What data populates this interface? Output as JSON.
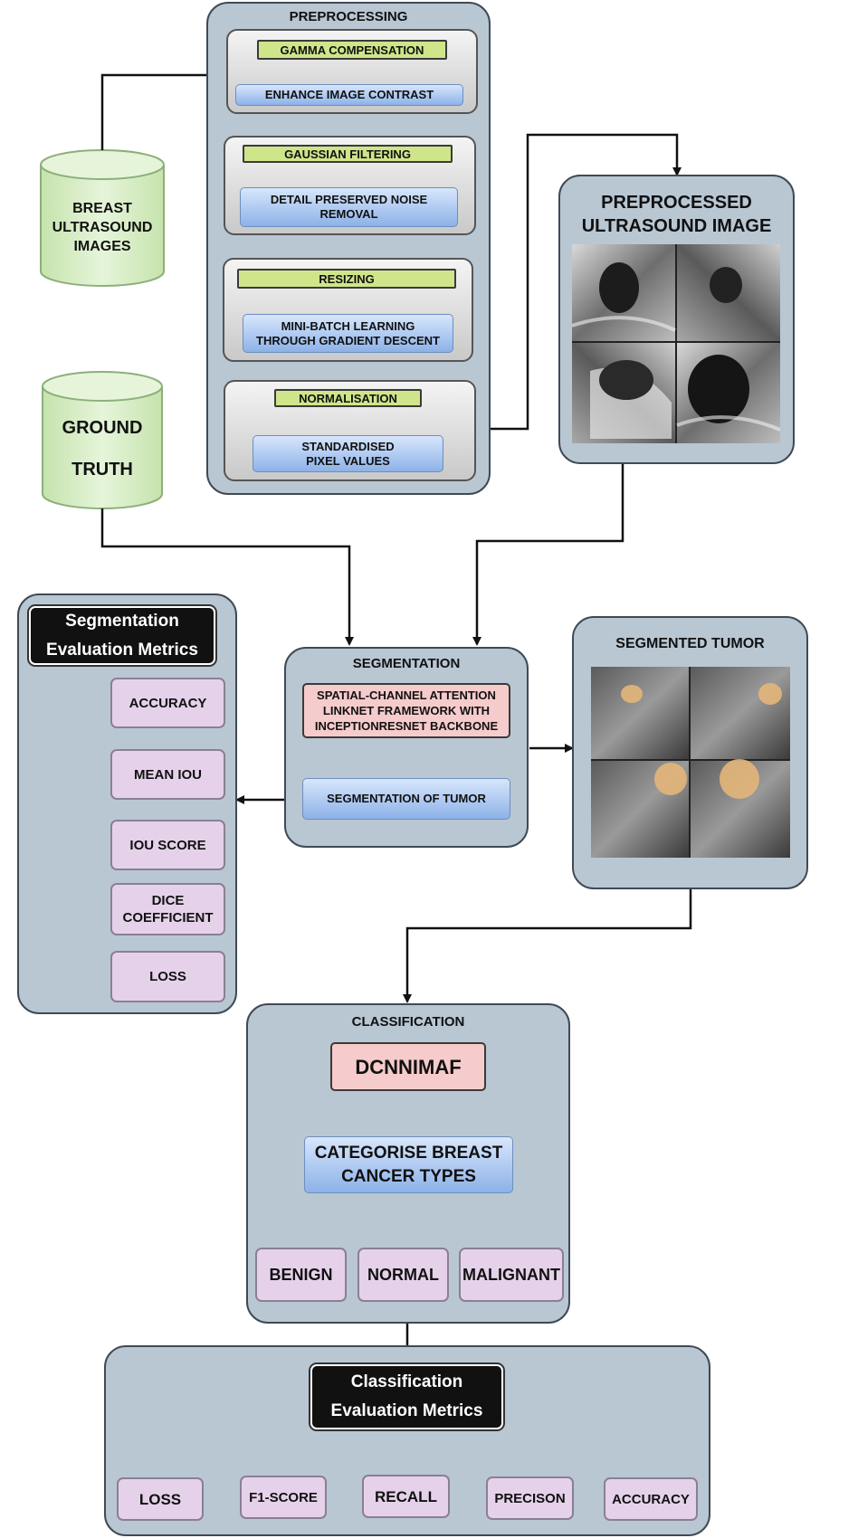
{
  "datasets": {
    "breast_ultrasound": "BREAST\nULTRASOUND\nIMAGES",
    "ground_truth": "GROUND\n\nTRUTH"
  },
  "preprocessing": {
    "title": "PREPROCESSING",
    "steps": [
      {
        "label": "GAMMA COMPENSATION",
        "detail": "ENHANCE IMAGE CONTRAST"
      },
      {
        "label": "GAUSSIAN FILTERING",
        "detail": "DETAIL PRESERVED NOISE\nREMOVAL"
      },
      {
        "label": "RESIZING",
        "detail": "MINI-BATCH LEARNING\nTHROUGH GRADIENT DESCENT"
      },
      {
        "label": "NORMALISATION",
        "detail": "STANDARDISED\nPIXEL VALUES"
      }
    ]
  },
  "preprocessed": {
    "title": "PREPROCESSED\nULTRASOUND IMAGE"
  },
  "segmentation": {
    "title": "SEGMENTATION",
    "model": "SPATIAL-CHANNEL ATTENTION\nLINKNET FRAMEWORK WITH\nINCEPTIONRESNET BACKBONE",
    "output": "SEGMENTATION OF TUMOR"
  },
  "segmented_tumor": {
    "title": "SEGMENTED TUMOR"
  },
  "seg_metrics": {
    "title": "Segmentation\nEvaluation Metrics",
    "items": [
      "ACCURACY",
      "MEAN IOU",
      "IOU SCORE",
      "DICE\nCOEFFICIENT",
      "LOSS"
    ]
  },
  "classification": {
    "title": "CLASSIFICATION",
    "model": "DCNNIMAF",
    "task": "CATEGORISE BREAST\nCANCER TYPES",
    "classes": [
      "BENIGN",
      "NORMAL",
      "MALIGNANT"
    ]
  },
  "cls_metrics": {
    "title": "Classification\nEvaluation Metrics",
    "items": [
      "LOSS",
      "F1-SCORE",
      "RECALL",
      "PRECISON",
      "ACCURACY"
    ]
  },
  "colors": {
    "panel": "#b9c7d3",
    "label_green": "#cfe58a",
    "process_blue": "#8db2e8",
    "model_pink": "#f6cbcb",
    "metric_lilac": "#e5d2ea",
    "dataset_green": "#d5eec0"
  }
}
